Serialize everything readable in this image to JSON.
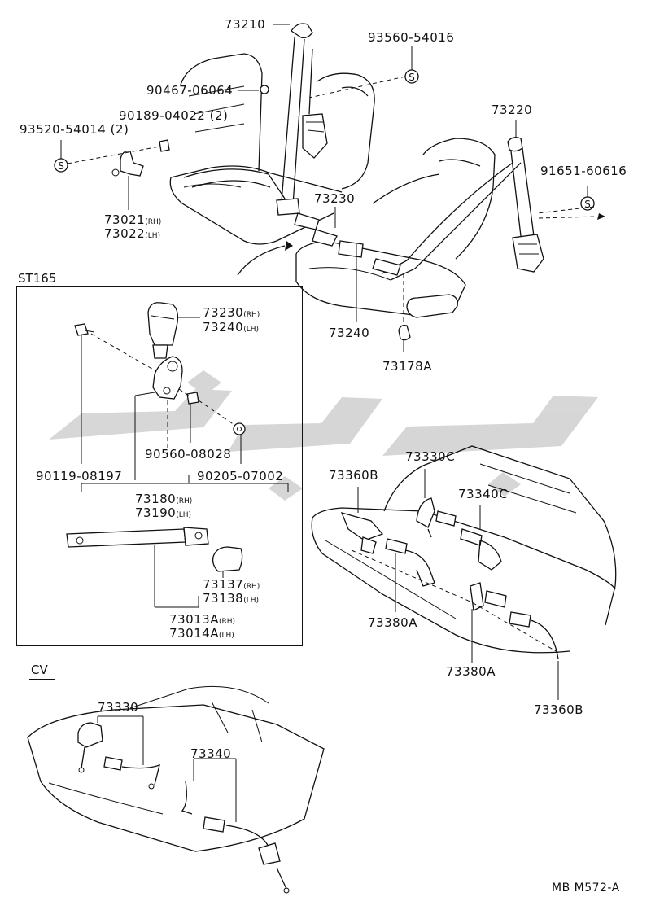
{
  "diagram_id": "MB M572-A",
  "sections": {
    "st165": "ST165",
    "cv": "CV"
  },
  "watermark_color": "#c8c8c8",
  "labels": {
    "p73210": "73210",
    "p93560": "93560-54016",
    "p90467": "90467-06064",
    "p90189": "90189-04022 (2)",
    "p93520": "93520-54014 (2)",
    "p73220": "73220",
    "p91651": "91651-60616",
    "p73021": "73021",
    "p73022": "73022",
    "p73230_top": "73230",
    "p73240_top": "73240",
    "p73178A": "73178A",
    "i73230": "73230",
    "i73240": "73240",
    "i90119": "90119-08197",
    "i90560": "90560-08028",
    "i90205": "90205-07002",
    "i73180": "73180",
    "i73190": "73190",
    "i73137": "73137",
    "i73138": "73138",
    "i73013A": "73013A",
    "i73014A": "73014A",
    "r73360B_top": "73360B",
    "r73330C": "73330C",
    "r73340C": "73340C",
    "r73380A_left": "73380A",
    "r73380A_mid": "73380A",
    "r73360B_bottom": "73360B",
    "c73330": "73330",
    "c73340": "73340",
    "rh": "(RH)",
    "lh": "(LH)"
  }
}
